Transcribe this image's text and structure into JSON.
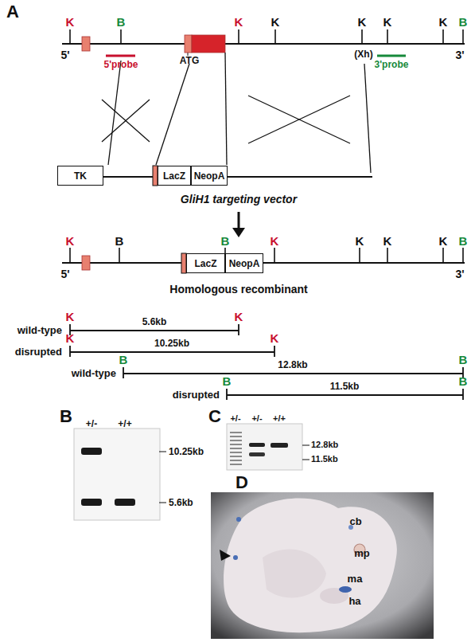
{
  "diagram": {
    "nodes": [
      {
        "text": [
          "TK"
        ]
      },
      {
        "text": [
          "LacZ"
        ]
      },
      {
        "text": [
          "NeopA"
        ]
      },
      {
        "text": [
          "LacZ"
        ]
      },
      {
        "text": [
          "NeopA"
        ]
      }
    ],
    "labels": [
      "A",
      "K",
      "B",
      "K",
      "K",
      "K",
      "(Xh)",
      "K",
      "K",
      "B",
      "5'",
      "5'probe",
      "ATG",
      "3'probe",
      "3'",
      "GliH1 targeting vector",
      "K",
      "B",
      "B",
      "K",
      "K",
      "K",
      "K",
      "B",
      "5'",
      "3'",
      "Homologous recombinant",
      "wild-type",
      "K",
      "5.6kb",
      "K",
      "disrupted",
      "K",
      "10.25kb",
      "K",
      "wild-type",
      "B",
      "12.8kb",
      "B",
      "disrupted",
      "B",
      "11.5kb",
      "B",
      "B",
      "+/-",
      "+/+",
      "10.25kb",
      "5.6kb",
      "C",
      "+/-",
      "+/-",
      "+/+",
      "12.8kb",
      "11.5kb",
      "D",
      "cb",
      "mp",
      "ma",
      "ha"
    ]
  }
}
